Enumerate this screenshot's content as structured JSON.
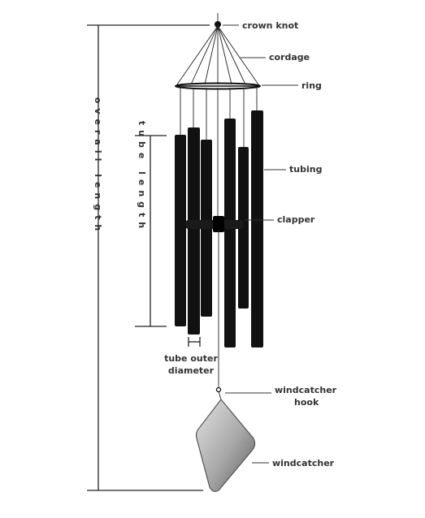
{
  "labels": {
    "crown_knot": "crown knot",
    "cordage": "cordage",
    "ring": "ring",
    "tubing": "tubing",
    "clapper": "clapper",
    "tube_outer_diameter_1": "tube outer",
    "tube_outer_diameter_2": "diameter",
    "windcatcher_hook_1": "windcatcher",
    "windcatcher_hook_2": "hook",
    "windcatcher": "windcatcher",
    "overall_length": "overall length",
    "tube_length": "tube length"
  },
  "colors": {
    "tube": "#111111",
    "windcatcher_light": "#d9d9d9",
    "windcatcher_dark": "#6e6e6e",
    "text": "#333333"
  }
}
